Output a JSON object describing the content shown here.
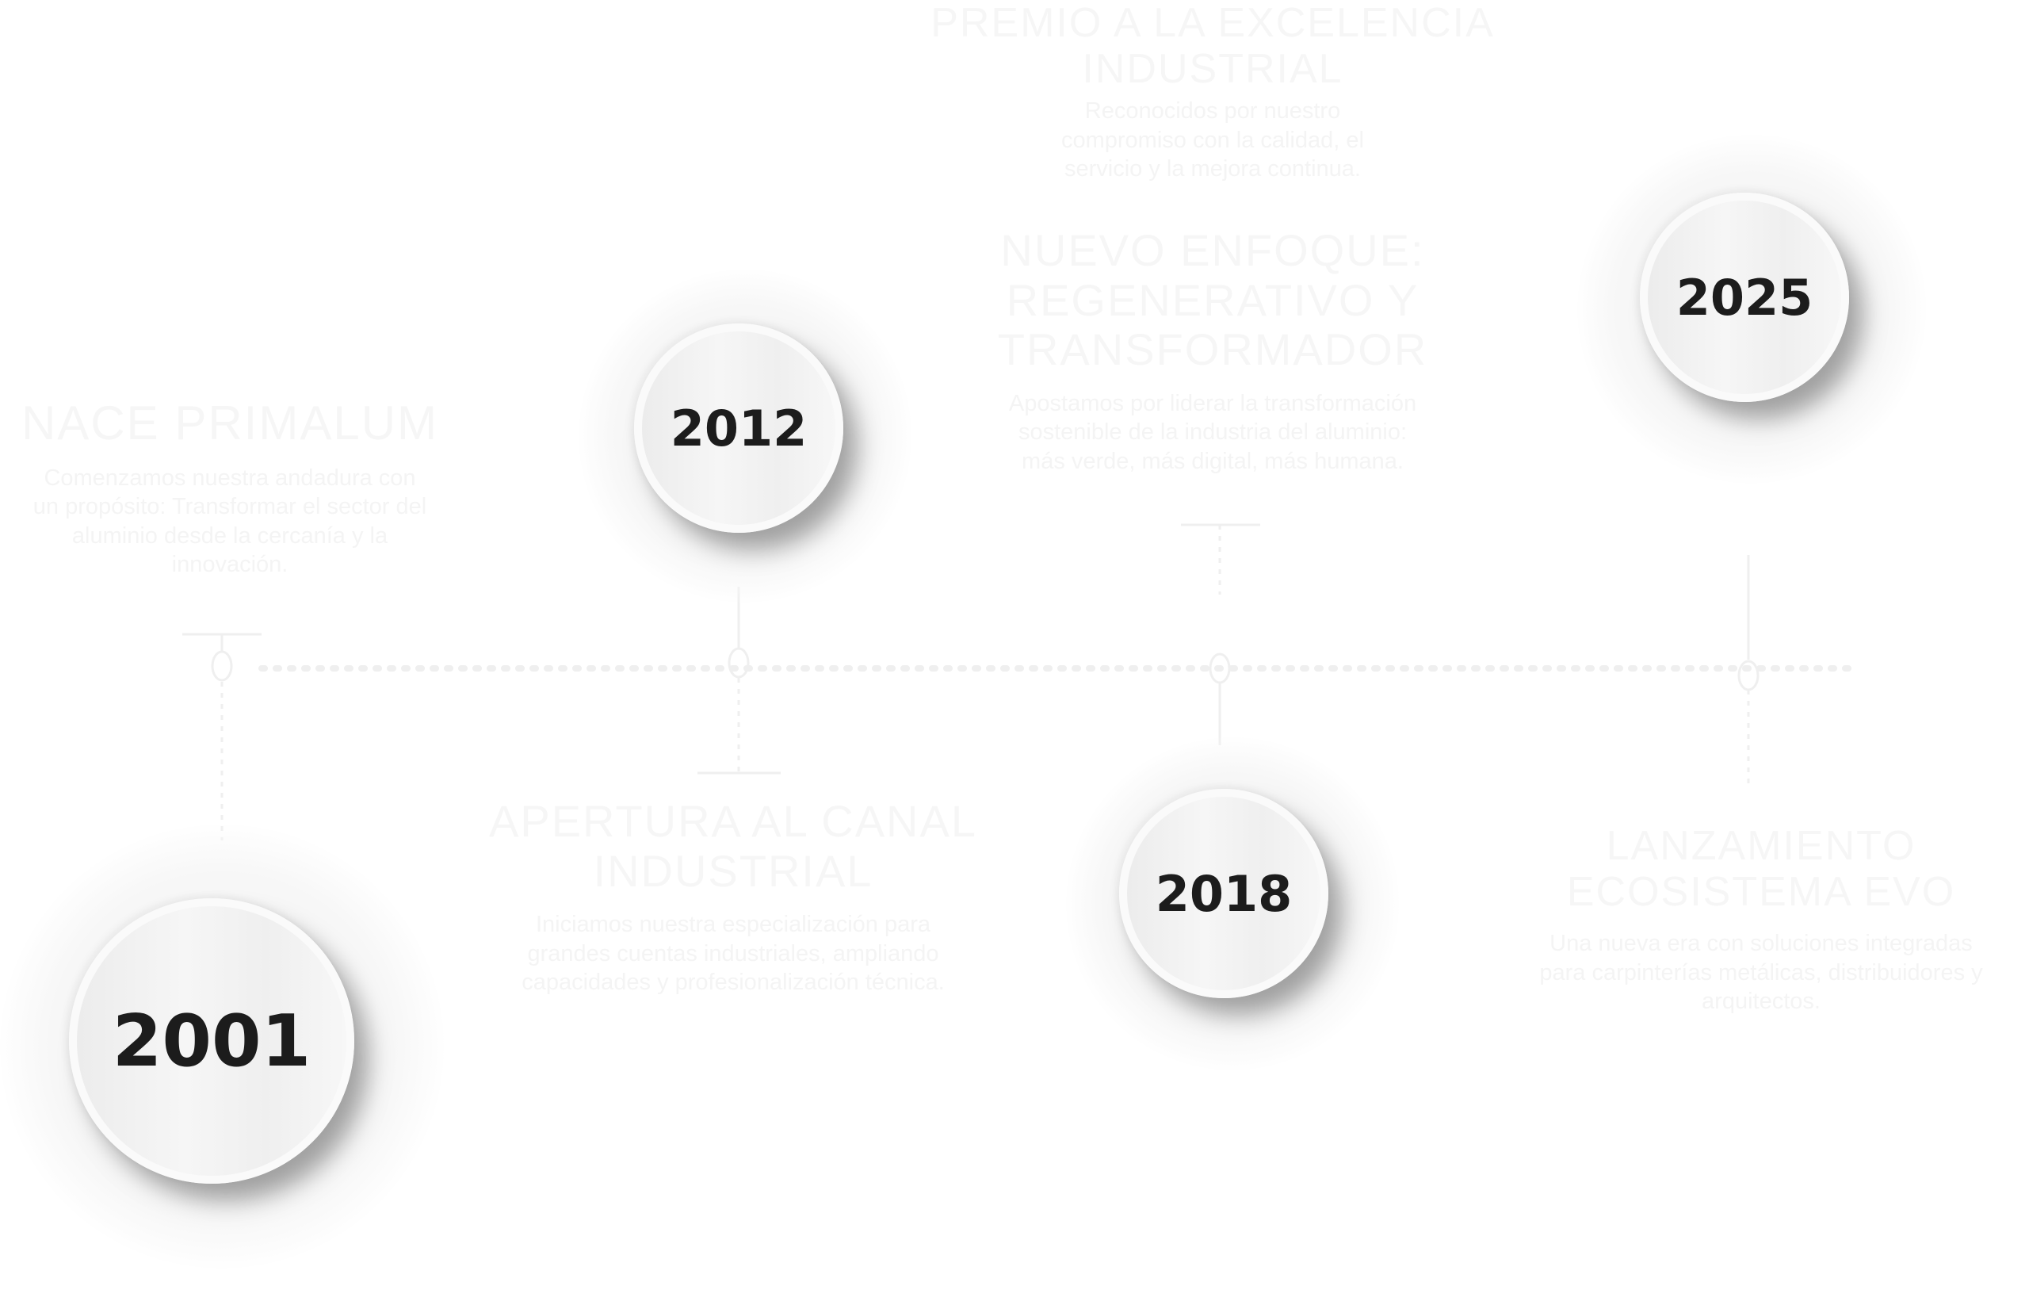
{
  "colors": {
    "text_faint": "#f5f5f5",
    "line": "#f0f0f0",
    "year_text": "#1c1c1c",
    "node_face": "#f2f2f2"
  },
  "milestones": [
    {
      "year": "2001",
      "title": "NACE PRIMALUM",
      "description": "Comenzamos nuestra andadura con un propósito: Transformar el sector del aluminio desde la cercanía y la innovación."
    },
    {
      "year": "2012",
      "title": "APERTURA AL CANAL INDUSTRIAL",
      "description": "Iniciamos nuestra especialización para grandes cuentas industriales, ampliando capacidades y profesionalización técnica."
    },
    {
      "year": "2018",
      "title": "PREMIO A LA EXCELENCIA INDUSTRIAL",
      "description": "Reconocidos por nuestro compromiso con la calidad, el servicio y la mejora continua."
    },
    {
      "year": "2018",
      "title": "NUEVO ENFOQUE: REGENERATIVO Y TRANSFORMADOR",
      "description": "Apostamos por liderar la transformación sostenible de la industria del aluminio: más verde, más digital, más humana."
    },
    {
      "year": "2025",
      "title": "LANZAMIENTO ECOSISTEMA EVO",
      "description": "Una nueva era con soluciones integradas para carpinterías metálicas, distribuidores y arquitectos."
    }
  ]
}
